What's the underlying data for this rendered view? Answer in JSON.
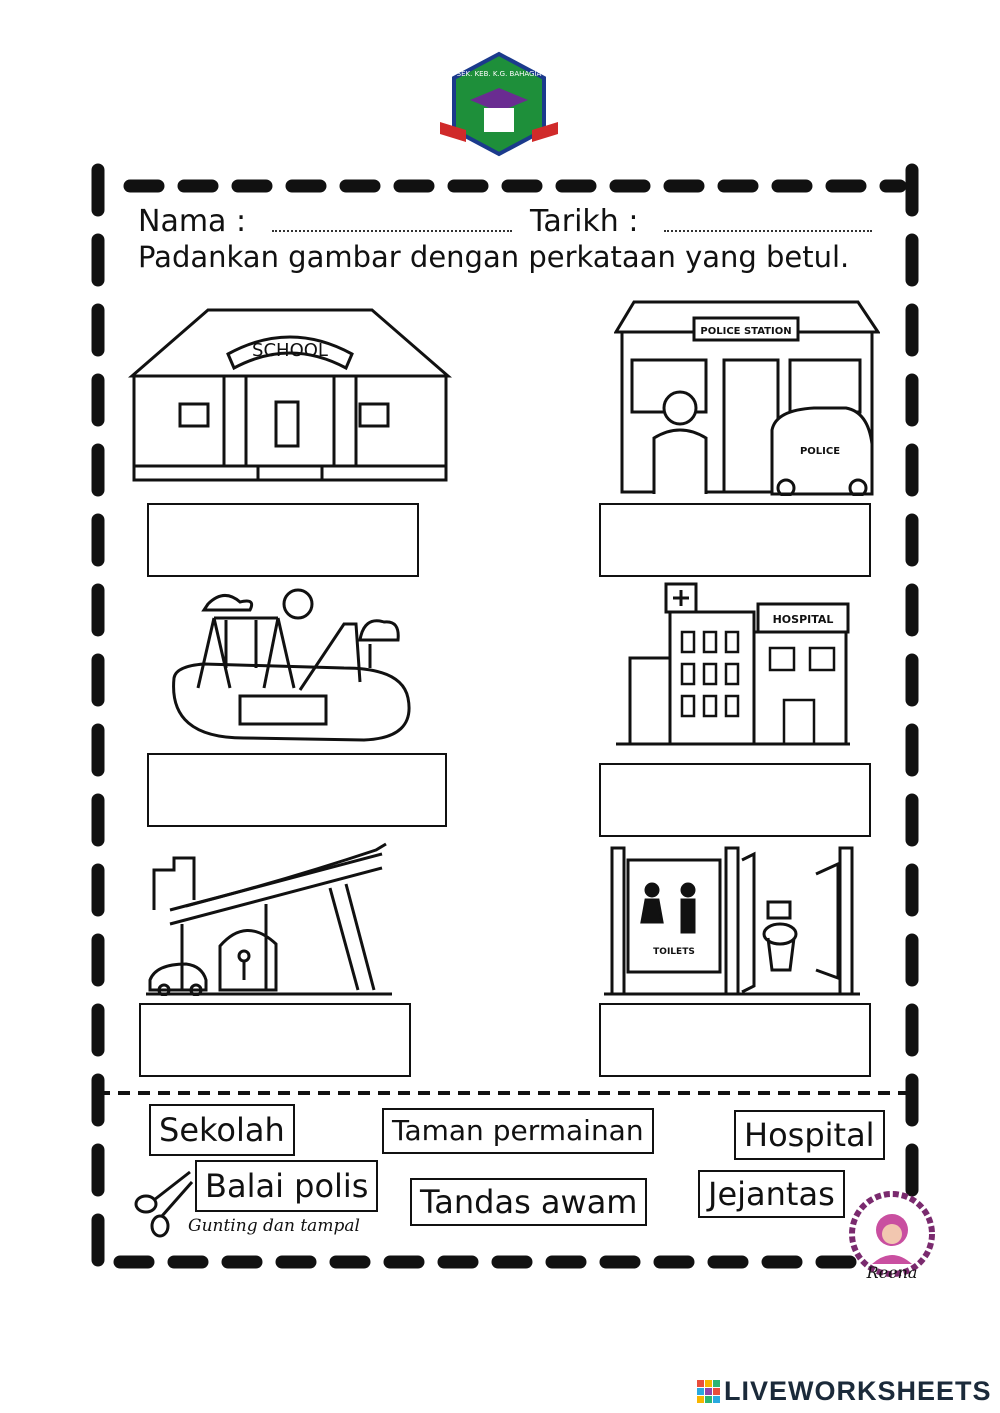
{
  "header": {
    "name_label": "Nama :",
    "date_label": "Tarikh :",
    "instruction": "Padankan gambar dengan perkataan yang betul."
  },
  "logo": {
    "school_text": "SEK. KEB. K.G. BAHAGIA"
  },
  "pictures": {
    "school_sign": "SCHOOL",
    "police_sign": "POLICE STATION",
    "police_car": "POLICE",
    "hospital_sign": "HOSPITAL",
    "toilet_sign": "TOILETS"
  },
  "words": [
    "Sekolah",
    "Taman permainan",
    "Hospital",
    "Balai polis",
    "Tandas awam",
    "Jejantas"
  ],
  "cut_note": "Gunting dan tampal",
  "signature": "Reena",
  "footer": {
    "brand": "LIVEWORKSHEETS"
  }
}
